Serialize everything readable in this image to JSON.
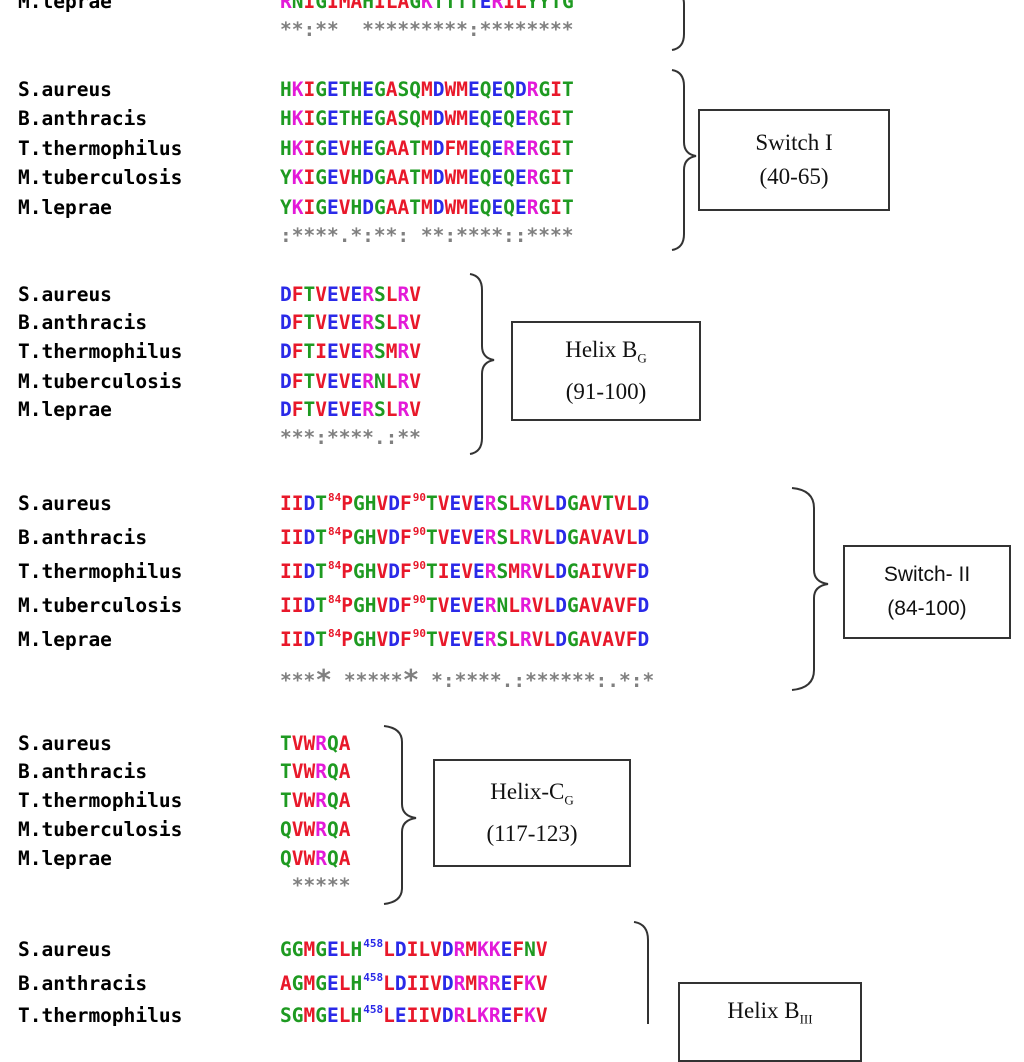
{
  "colors": {
    "red": "#e8182a",
    "green": "#1e9a21",
    "blue": "#2a2ae8",
    "magenta": "#e31ad8",
    "gray": "#808080"
  },
  "block0": {
    "names": [
      "M.leprae"
    ],
    "sequences": [
      "RNIGIMAHILAGKTTTTERILYYTG"
    ],
    "conservation": "**:**  *********:********"
  },
  "block1": {
    "names": [
      "S.aureus",
      "B.anthracis",
      "T.thermophilus",
      "M.tuberculosis",
      "M.leprae"
    ],
    "sequences": [
      "HKIGETHEGASQMDWMEQEQDRGIT",
      "HKIGETHEGASQMDWMEQEQERGIT",
      "HKIGEVHEGAATMDFMEQERERGIT",
      "YKIGEVHDGAATMDWMEQEQERGIT",
      "YKIGEVHDGAATMDWMEQEQERGIT"
    ],
    "conservation": ":****.*:**: **:****::****",
    "label_line1": "Switch I",
    "label_line2": "(40-65)"
  },
  "block2": {
    "names": [
      "S.aureus",
      "B.anthracis",
      "T.thermophilus",
      "M.tuberculosis",
      "M.leprae"
    ],
    "sequences": [
      "DFTVEVERSLRV",
      "DFTVEVERSLRV",
      "DFTIEVERSMRV",
      "DFTVEVERNLRV",
      "DFTVEVERSLRV"
    ],
    "conservation": "***:****.:**",
    "label_line1": "Helix B",
    "label_sub": "G",
    "label_line2": "(91-100)"
  },
  "block3": {
    "names": [
      "S.aureus",
      "B.anthracis",
      "T.thermophilus",
      "M.tuberculosis",
      "M.leprae"
    ],
    "prefix": "IIDT",
    "sup1": "84",
    "mid": "PGHVDF",
    "sup2": "90",
    "tails": [
      "TVEVERSLRVLDGAVTVLD",
      "TVEVERSLRVLDGAVAVLD",
      "TIEVERSMRVLDGAIVVFD",
      "TVEVERNLRVLDGAVAVFD",
      "TVEVERSLRVLDGAVAVFD"
    ],
    "cons_a": "***",
    "cons_star1": "*",
    "cons_b": " *****",
    "cons_star2": "*",
    "cons_c": " *:****.:******:.*:*",
    "label_line1": "Switch- II",
    "label_line2": "(84-100)"
  },
  "block4": {
    "names": [
      "S.aureus",
      "B.anthracis",
      "T.thermophilus",
      "M.tuberculosis",
      "M.leprae"
    ],
    "sequences": [
      "TVWRQA",
      "TVWRQA",
      "TVWRQA",
      "QVWRQA",
      "QVWRQA"
    ],
    "conservation": " *****",
    "label_line1": "Helix-C",
    "label_sub": "G",
    "label_line2": "(117-123)"
  },
  "block5": {
    "names": [
      "S.aureus",
      "B.anthracis",
      "T.thermophilus"
    ],
    "prefixes": [
      "GGMGELH",
      "AGMGELH",
      "SGMGELH"
    ],
    "sup": "458",
    "tails": [
      "LDILVDRMKKEFNV",
      "LDIIVDRMRREFKV",
      "LEIIVDRLKREFKV"
    ],
    "label_line1": "Helix B",
    "label_sub": "III"
  }
}
